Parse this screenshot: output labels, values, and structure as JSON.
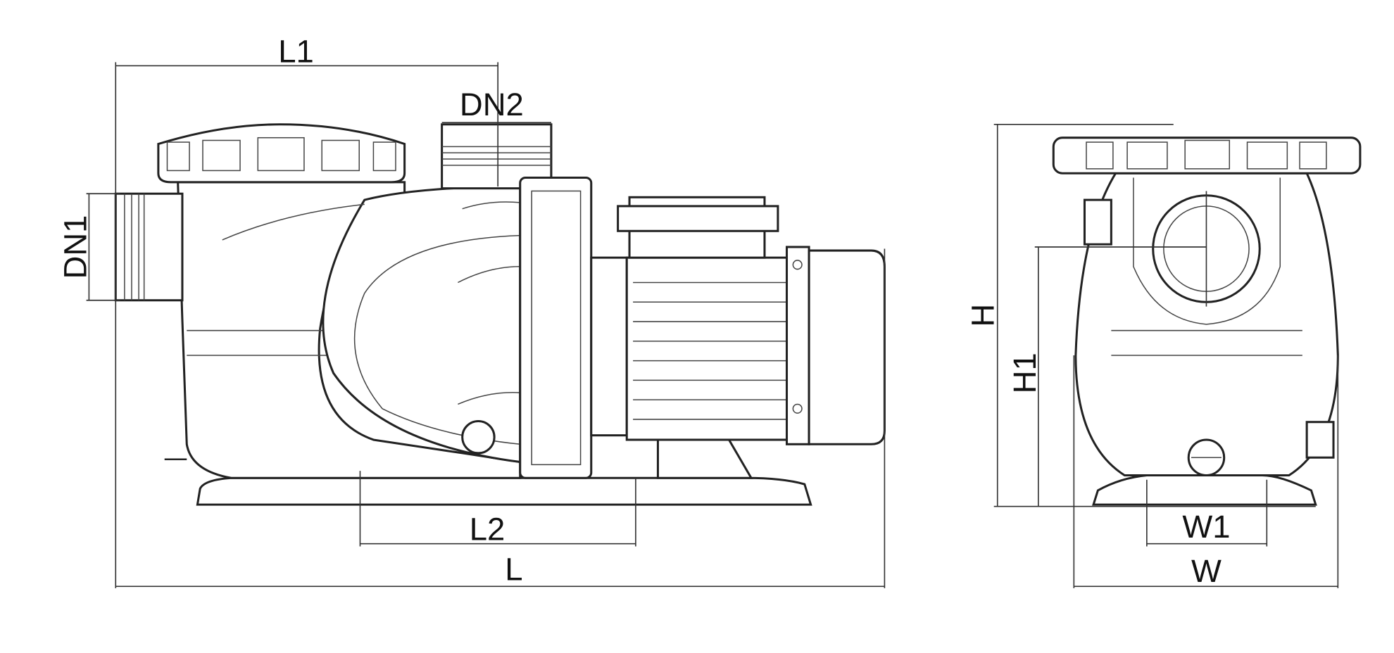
{
  "title": "Pool pump dimension drawing",
  "side_view": {
    "labels": {
      "L1": "L1",
      "DN2": "DN2",
      "DN1": "DN1",
      "L2": "L2",
      "L": "L"
    }
  },
  "front_view": {
    "labels": {
      "H": "H",
      "H1": "H1",
      "W1": "W1",
      "W": "W"
    }
  }
}
